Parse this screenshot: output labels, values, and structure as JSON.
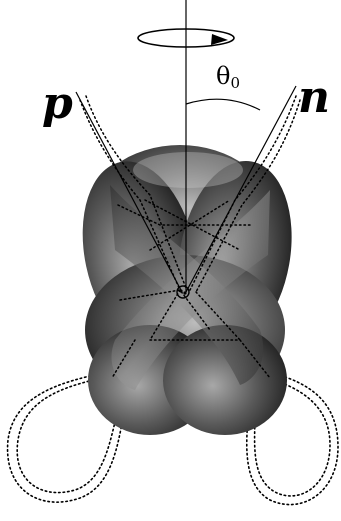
{
  "diagram": {
    "labels": {
      "proton": "p",
      "neutron": "n",
      "angle_symbol": "θ",
      "angle_subscript": "0"
    },
    "colors": {
      "background": "#ffffff",
      "line": "#000000",
      "body_dark": "#1a1a1a",
      "body_light": "#bdbdbd"
    },
    "icons": [
      "rotation-arrow-icon",
      "nucleus-core-icon"
    ]
  }
}
